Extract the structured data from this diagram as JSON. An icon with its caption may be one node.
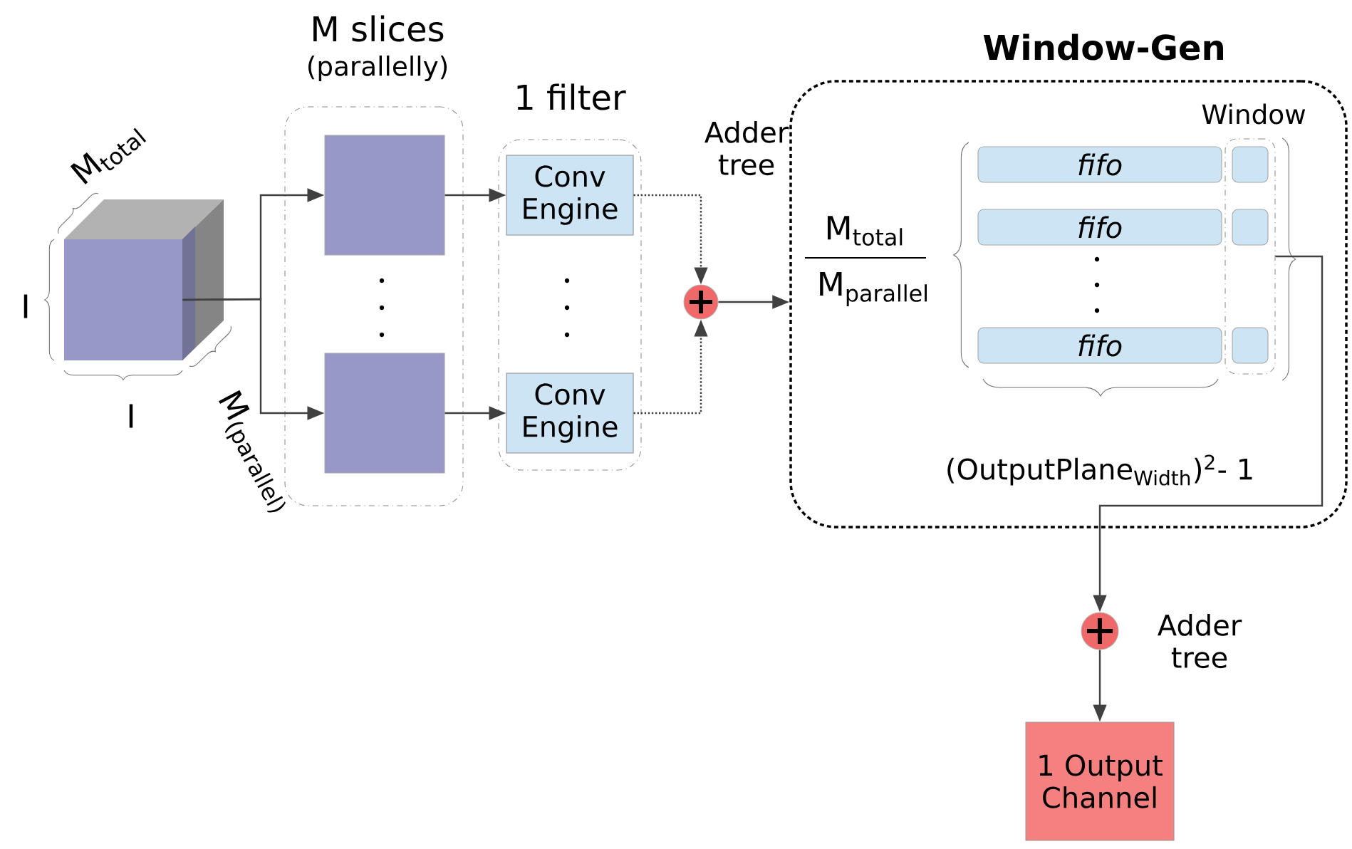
{
  "diagram": {
    "nodes": [
      {
        "text": [],
        "shape": "box"
      },
      {
        "text": [
          "M slices",
          "(parallelly)"
        ]
      },
      {
        "text": [],
        "shape": "box",
        "in": 1
      },
      {
        "text": [],
        "shape": "box",
        "in": 1
      },
      {
        "text": [
          "1 filter"
        ]
      },
      {
        "text": [
          "Conv Engine"
        ],
        "in": 4
      },
      {
        "text": [
          "Conv Engine"
        ],
        "in": 4
      },
      {
        "text": [],
        "shape": "circle",
        "beside": [
          "Adder tree"
        ]
      },
      {
        "text": [
          "Window-Gen"
        ]
      },
      {
        "text": [
          "fifo"
        ],
        "in": 8
      },
      {
        "text": [
          "fifo"
        ],
        "in": 8
      },
      {
        "text": [
          "fifo"
        ],
        "in": 8
      },
      {
        "text": [
          "Window"
        ],
        "in": 8
      },
      {
        "text": [],
        "shape": "box",
        "in": 12
      },
      {
        "text": [],
        "shape": "box",
        "in": 12
      },
      {
        "text": [],
        "shape": "box",
        "in": 12
      },
      {
        "text": [],
        "shape": "circle",
        "beside": [
          "Adder tree"
        ]
      },
      {
        "text": [
          "1 Output Channel"
        ]
      }
    ],
    "edges": [
      {
        "from": 0,
        "to": 2,
        "arrow": "to"
      },
      {
        "from": 0,
        "to": 3,
        "arrow": "to"
      },
      {
        "from": 2,
        "to": 5,
        "arrow": "to"
      },
      {
        "from": 3,
        "to": 6,
        "arrow": "to"
      },
      {
        "from": 5,
        "to": 7,
        "arrow": "to",
        "style": "dashed"
      },
      {
        "from": 6,
        "to": 7,
        "arrow": "to",
        "style": "dashed"
      },
      {
        "from": 7,
        "to": 8,
        "arrow": "to"
      },
      {
        "from": 12,
        "to": 16,
        "arrow": "to"
      },
      {
        "from": 16,
        "to": 17,
        "arrow": "to"
      }
    ],
    "labels": [
      "M$_{total}$",
      "I",
      "I",
      "M$_{(parallel)}$",
      "M$_{total}$",
      "M$_{parallel}$",
      "(OutputPlane$_{Width}$)$^{2}$- 1"
    ]
  }
}
